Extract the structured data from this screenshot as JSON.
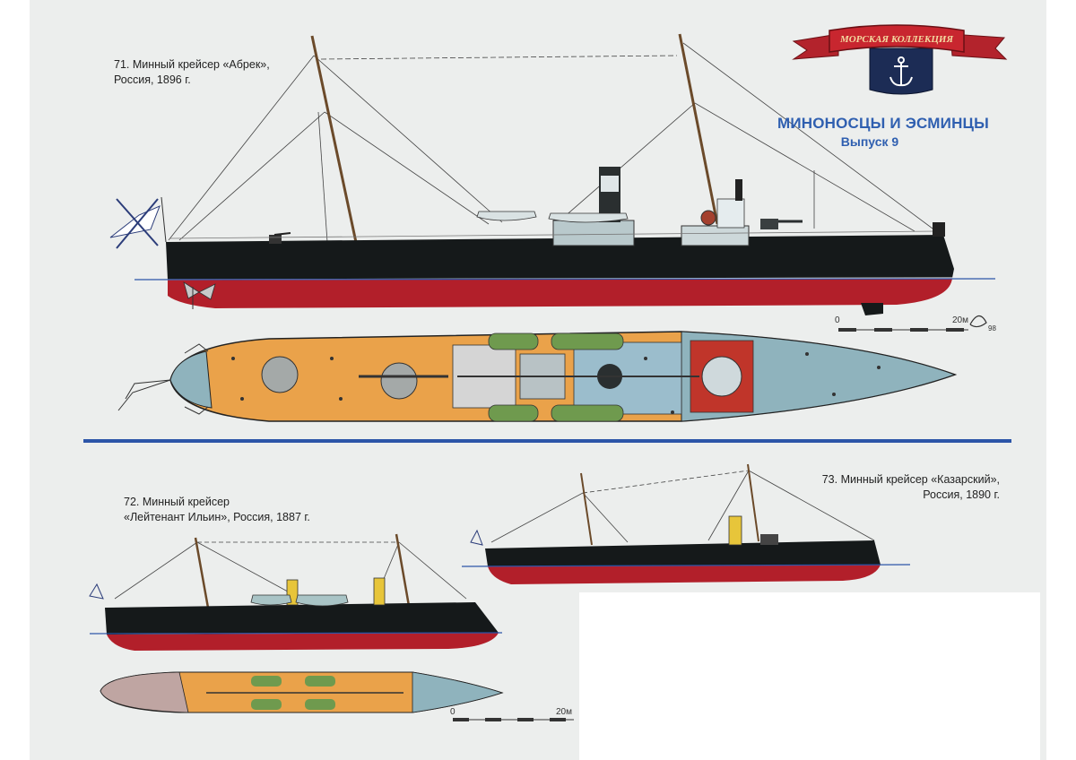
{
  "emblem": {
    "ribbon_text": "МОРСКАЯ КОЛЛЕКЦИЯ"
  },
  "series": {
    "title": "МИНОНОСЦЫ И ЭСМИНЦЫ",
    "issue": "Выпуск 9"
  },
  "ships": [
    {
      "caption_line1": "71. Минный крейсер «Абрек»,",
      "caption_line2": "Россия, 1896 г."
    },
    {
      "caption_line1": "72. Минный крейсер",
      "caption_line2": "«Лейтенант Ильин», Россия, 1887 г."
    },
    {
      "caption_line1": "73. Минный крейсер «Казарский»,",
      "caption_line2": "Россия, 1890 г."
    }
  ],
  "scales": [
    {
      "start": "0",
      "end": "20м",
      "signature": "98"
    },
    {
      "start": "0",
      "end": "20м"
    }
  ],
  "colors": {
    "hull_black": "#15191a",
    "hull_red": "#b21f2a",
    "deck_orange": "#eaa24a",
    "deck_blue": "#8fb3bd",
    "boat_green": "#6f9a4e",
    "title_blue": "#2f5fb0",
    "emblem_red": "#b3232c",
    "emblem_navy": "#1c2c55"
  }
}
